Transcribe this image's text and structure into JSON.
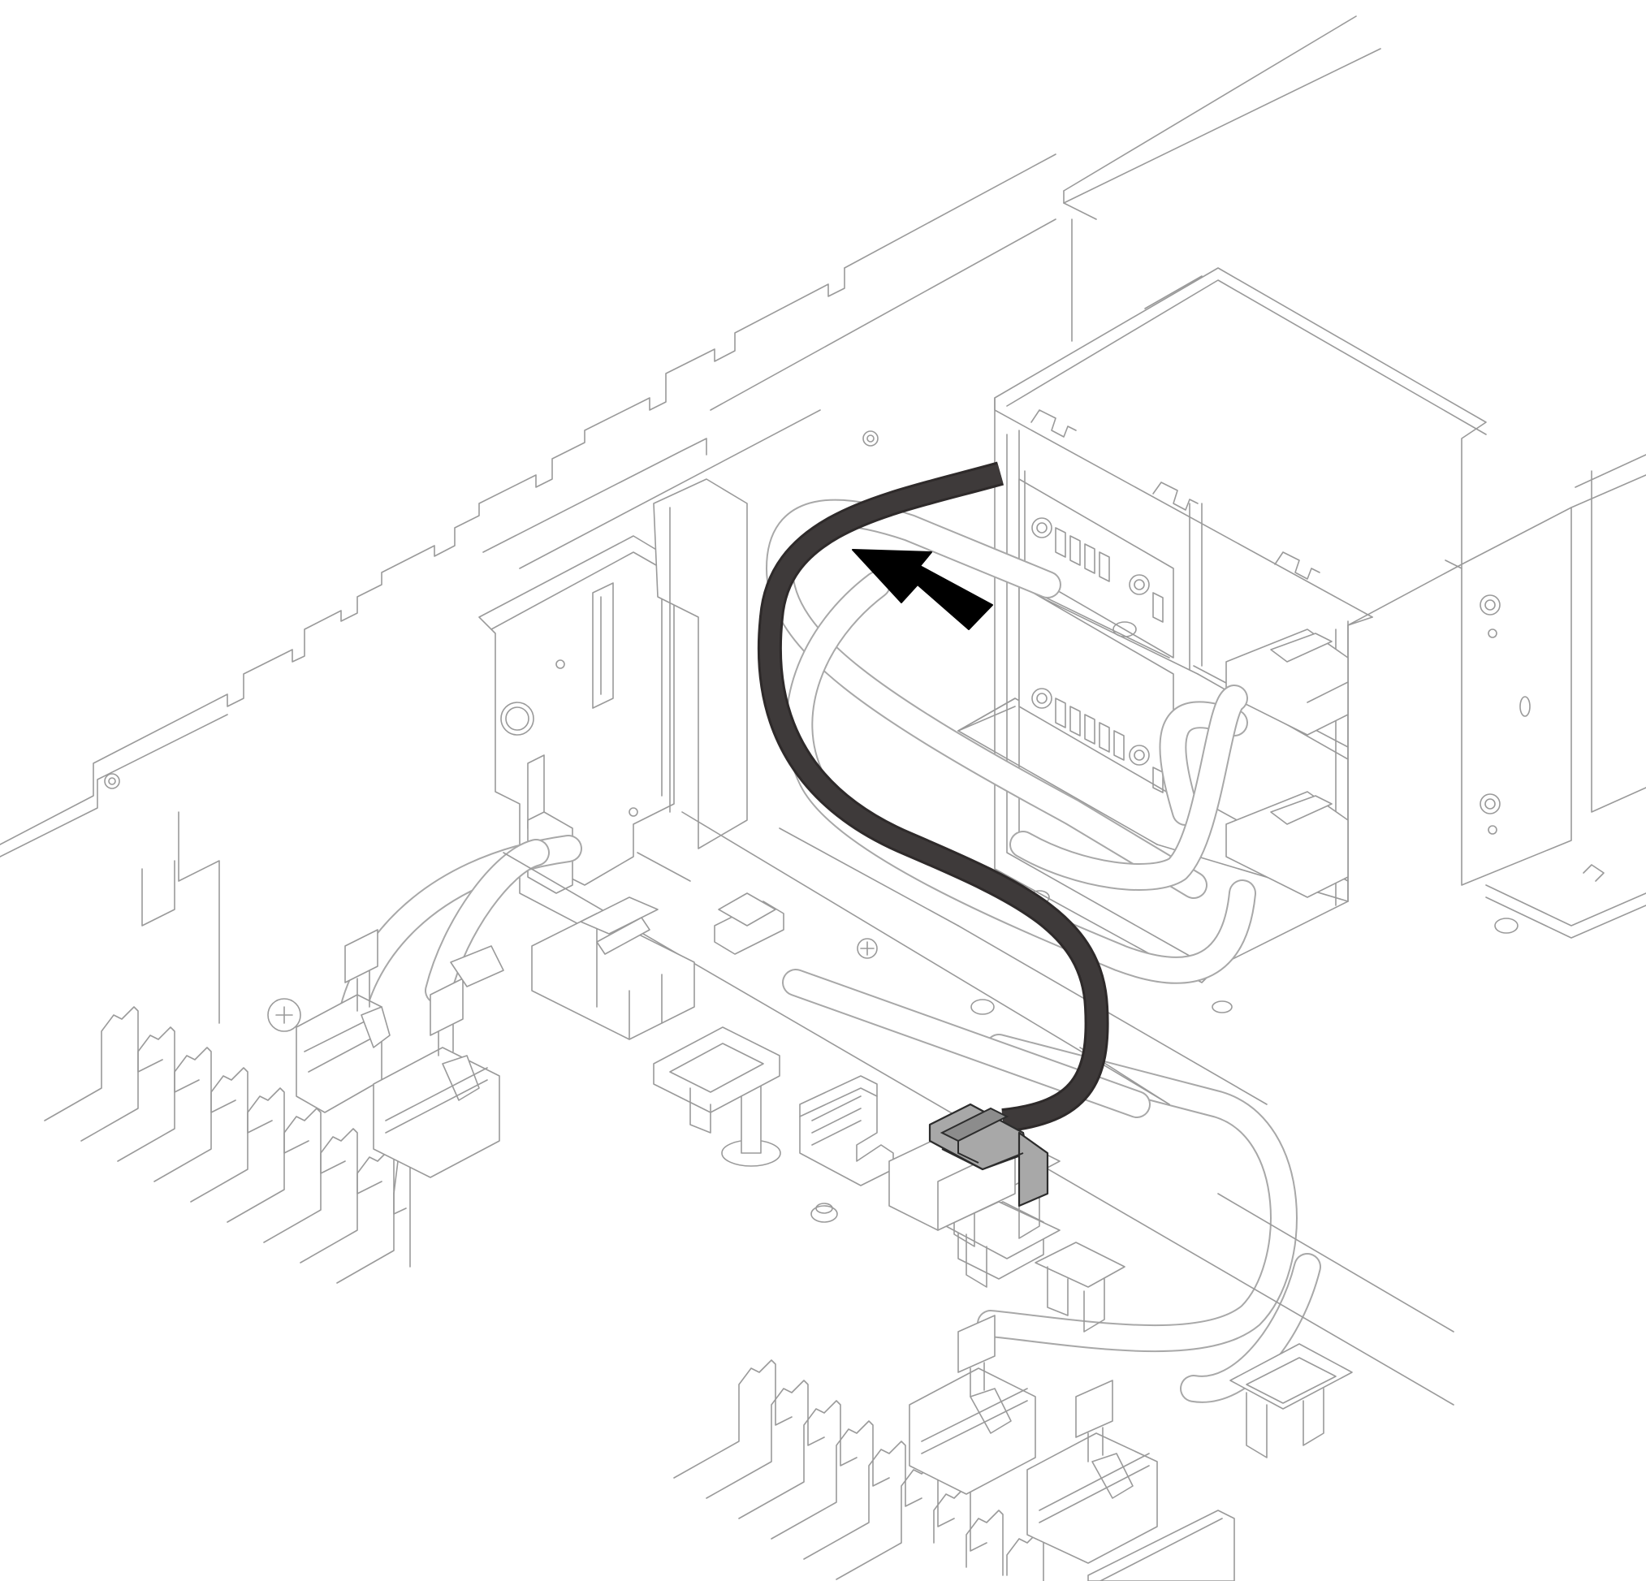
{
  "figure": {
    "colors": {
      "background": "#ffffff",
      "line_art": "#9a9a9a",
      "highlighted_cable": "#3e3a3a",
      "highlighted_connector": "#a8a8a8",
      "direction_arrow": "#000000"
    },
    "icons": [
      "server-chassis-illustration",
      "power-distribution-cable",
      "route-direction-arrow",
      "cable-connector-plug"
    ]
  }
}
